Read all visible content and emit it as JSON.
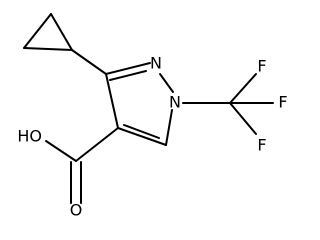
{
  "structure": {
    "atoms": {
      "ring_n2": "N",
      "ring_n1": "N",
      "f_top": "F",
      "f_right": "F",
      "f_bottom": "F",
      "hydroxyl": "HO",
      "carbonyl_o": "O"
    }
  }
}
